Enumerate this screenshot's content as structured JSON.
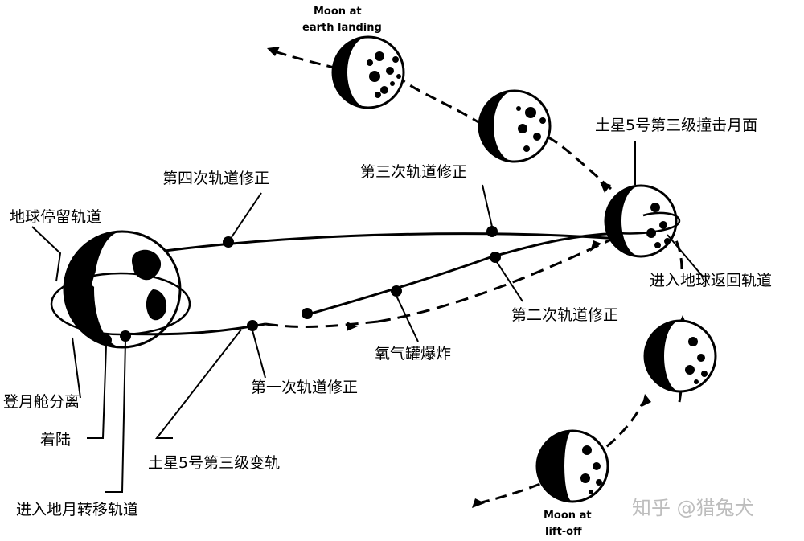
{
  "labels": {
    "moon_earth_landing_1": "Moon at",
    "moon_earth_landing_2": "earth landing",
    "saturn_impact": "土星5号第三级撞击月面",
    "fourth_correction": "第四次轨道修正",
    "third_correction": "第三次轨道修正",
    "earth_parking_orbit": "地球停留轨道",
    "return_orbit": "进入地球返回轨道",
    "second_correction": "第二次轨道修正",
    "oxygen_explosion": "氧气罐爆炸",
    "first_correction": "第一次轨道修正",
    "lm_separation": "登月舱分离",
    "landing": "着陆",
    "saturn_orbit_change": "土星5号第三级变轨",
    "translunar_injection": "进入地月转移轨道",
    "moon_liftoff_1": "Moon at",
    "moon_liftoff_2": "lift-off"
  },
  "watermark": "知乎 @猎兔犬",
  "colors": {
    "ink": "#000000",
    "paper": "#ffffff",
    "watermark": "#bdbdbd"
  }
}
